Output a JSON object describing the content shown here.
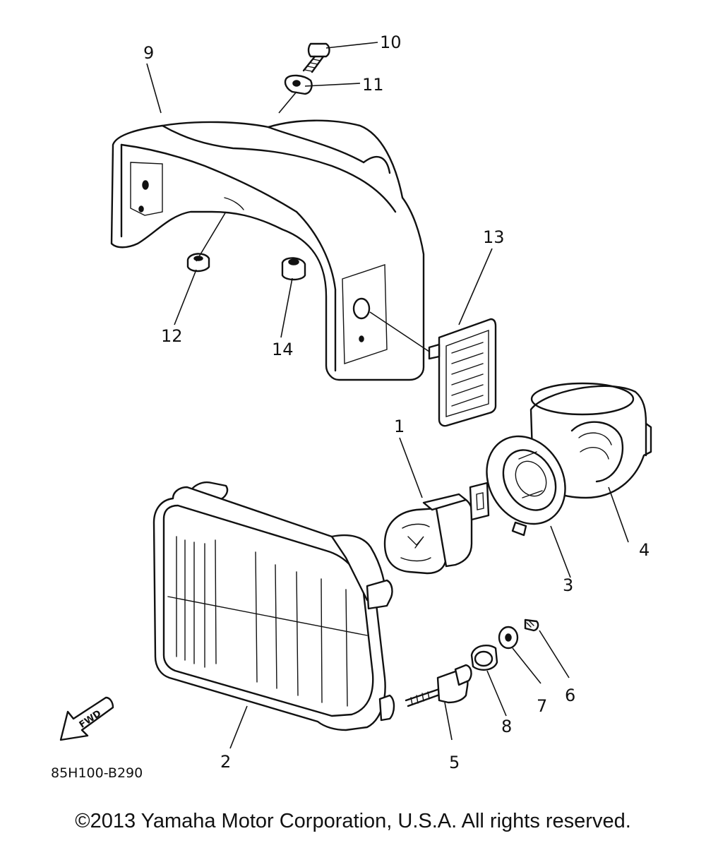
{
  "diagram": {
    "drawing_code": "85H100-B290",
    "fwd_label": "FWD",
    "callouts": [
      {
        "id": "1",
        "part": "bulb"
      },
      {
        "id": "2",
        "part": "headlight-unit"
      },
      {
        "id": "3",
        "part": "bulb-holder"
      },
      {
        "id": "4",
        "part": "bulb-cover"
      },
      {
        "id": "5",
        "part": "adjusting-screw"
      },
      {
        "id": "6",
        "part": "screw"
      },
      {
        "id": "7",
        "part": "washer"
      },
      {
        "id": "8",
        "part": "grommet"
      },
      {
        "id": "9",
        "part": "headlight-cover"
      },
      {
        "id": "10",
        "part": "bolt"
      },
      {
        "id": "11",
        "part": "nut"
      },
      {
        "id": "12",
        "part": "damper"
      },
      {
        "id": "13",
        "part": "reflector"
      },
      {
        "id": "14",
        "part": "damper"
      }
    ]
  },
  "footer": {
    "copyright": "©2013 Yamaha Motor Corporation, U.S.A. All rights reserved."
  }
}
